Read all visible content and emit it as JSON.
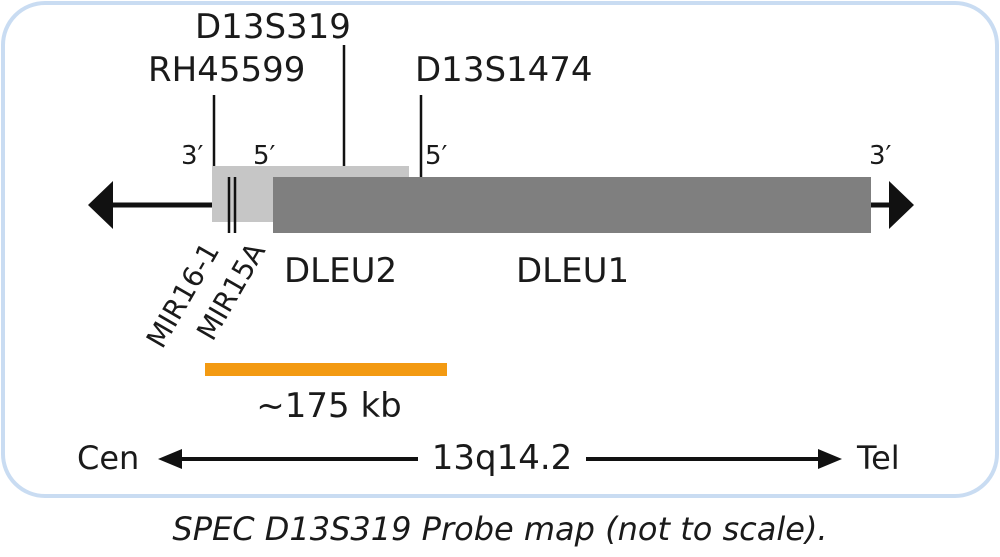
{
  "colors": {
    "frame_border": "#c9dcf2",
    "dleu2_fill": "#c6c6c6",
    "dleu1_fill": "#7f7f7f",
    "probe_bar": "#f39a12",
    "line": "#111111"
  },
  "markers": {
    "d13s319": "D13S319",
    "rh45599": "RH45599",
    "d13s1474": "D13S1474"
  },
  "ends": {
    "dleu2_3prime": "3′",
    "dleu2_5prime": "5′",
    "dleu1_5prime": "5′",
    "dleu1_3prime": "3′"
  },
  "genes": {
    "mir16": "MIR16-1",
    "mir15a": "MIR15A",
    "dleu2": "DLEU2",
    "dleu1": "DLEU1"
  },
  "probe": {
    "size_label": "~175 kb"
  },
  "axis": {
    "left": "Cen",
    "center": "13q14.2",
    "right": "Tel"
  },
  "caption": "SPEC D13S319 Probe map (not to scale)."
}
